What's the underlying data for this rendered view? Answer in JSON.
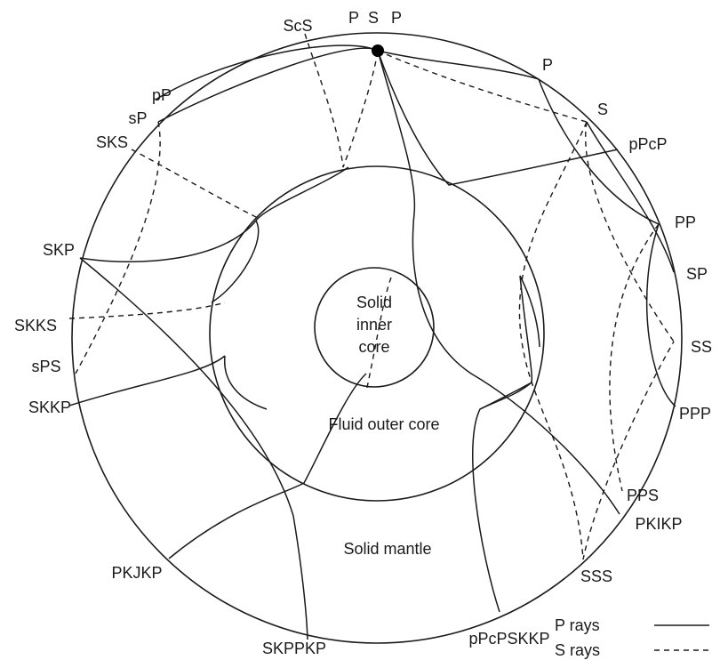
{
  "regions": {
    "inner_core": [
      "Solid",
      "inner",
      "core"
    ],
    "outer_core": "Fluid outer core",
    "mantle": "Solid mantle"
  },
  "phases": {
    "ScS": "ScS",
    "P_left": "P",
    "S_top": "S",
    "P_top_right": "P",
    "pP": "pP",
    "sP": "sP",
    "SKS": "SKS",
    "SKP": "SKP",
    "SKKS": "SKKS",
    "sPS": "sPS",
    "SKKP": "SKKP",
    "PKJKP": "PKJKP",
    "SKPPKP": "SKPPKP",
    "pPcPSKKP": "pPcPSKKP",
    "SSS": "SSS",
    "PKIKP": "PKIKP",
    "PPS": "PPS",
    "PPP": "PPP",
    "SS": "SS",
    "SP": "SP",
    "PP": "PP",
    "pPcP": "pPcP",
    "S_right": "S",
    "P_right": "P"
  },
  "legend": {
    "p_rays": "P rays",
    "s_rays": "S rays"
  }
}
